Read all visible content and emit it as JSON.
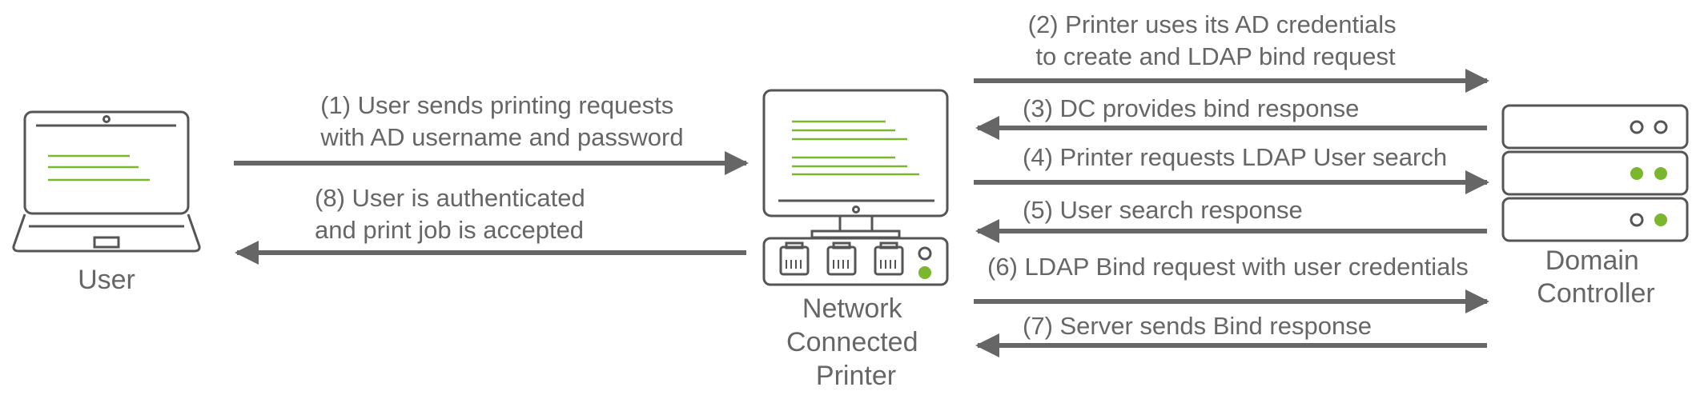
{
  "colors": {
    "stroke": "#555555",
    "arrow": "#666666",
    "text": "#666666",
    "accent": "#7ab72e"
  },
  "nodes": {
    "user": {
      "label": "User",
      "icon": "laptop-icon"
    },
    "printer": {
      "label_lines": [
        "Network",
        "Connected",
        "Printer"
      ],
      "icon": "printer-icon"
    },
    "dc": {
      "label_lines": [
        "Domain",
        "Controller"
      ],
      "icon": "server-icon"
    }
  },
  "steps": [
    {
      "id": 1,
      "lines": [
        "(1) User sends printing requests",
        "with AD username and password"
      ]
    },
    {
      "id": 2,
      "lines": [
        "(2) Printer uses its AD credentials",
        "to create and LDAP bind request"
      ]
    },
    {
      "id": 3,
      "lines": [
        "(3) DC provides bind response"
      ]
    },
    {
      "id": 4,
      "lines": [
        "(4) Printer requests LDAP User search"
      ]
    },
    {
      "id": 5,
      "lines": [
        "(5) User search response"
      ]
    },
    {
      "id": 6,
      "lines": [
        "(6) LDAP Bind request with user credentials"
      ]
    },
    {
      "id": 7,
      "lines": [
        "(7) Server sends Bind response"
      ]
    },
    {
      "id": 8,
      "lines": [
        "(8) User is authenticated",
        "and print job is accepted"
      ]
    }
  ]
}
